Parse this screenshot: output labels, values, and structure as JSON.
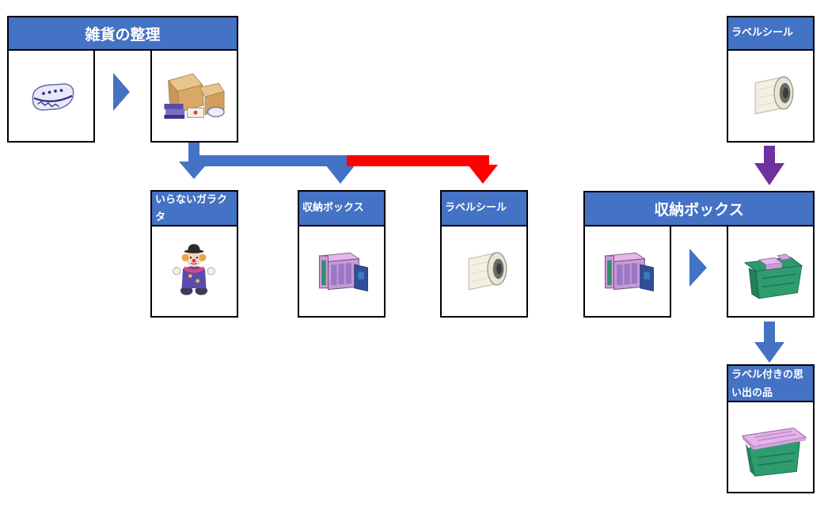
{
  "nodes": {
    "organize_goods": "雑貨の整理",
    "unneeded_junk": "いらないガラクタ",
    "storage_box_mid": "収納ボックス",
    "label_sticker_mid": "ラベルシール",
    "label_sticker_top": "ラベルシール",
    "storage_box_right": "収納ボックス",
    "labeled_memories": "ラベル付きの思い出の品"
  },
  "icons": {
    "tin_case": "tin-case-icon",
    "cardboard_boxes": "cardboard-boxes-icon",
    "clown_doll": "clown-doll-icon",
    "storage_box": "storage-box-icon",
    "label_roll": "label-roll-icon",
    "green_bin": "green-bin-icon",
    "lidded_bin": "lidded-bin-icon"
  },
  "colors": {
    "header": "#4472c4",
    "arrow_blue": "#4472c4",
    "arrow_red": "#ff0000",
    "arrow_purple": "#7030a0"
  }
}
